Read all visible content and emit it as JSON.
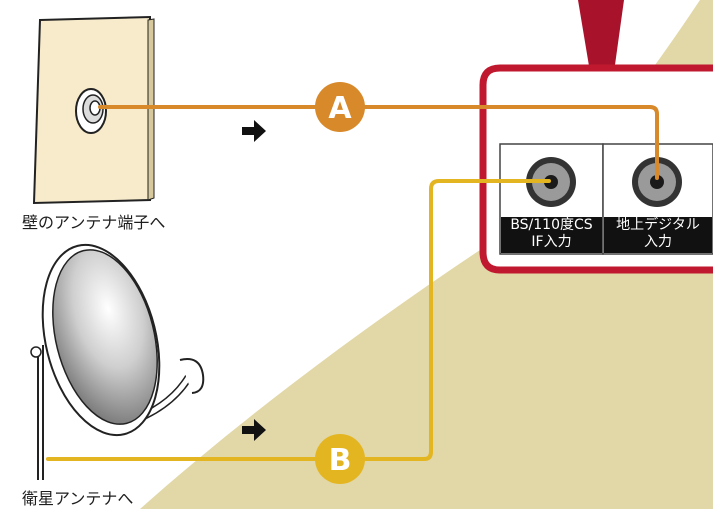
{
  "labels": {
    "wall_antenna": "壁のアンテナ端子へ",
    "satellite_antenna": "衛星アンテナへ",
    "bs_port_line1": "BS/110度CS",
    "bs_port_line2": "IF入力",
    "terrestrial_port_line1": "地上デジタル",
    "terrestrial_port_line2": "入力"
  },
  "markers": {
    "a": "A",
    "b": "B"
  },
  "colors": {
    "cable_a": "#D8892A",
    "cable_b": "#E3B521",
    "device_frame": "#C0192F",
    "background_swoosh": "#E2D7A6",
    "wall_plate": "#F7EBCB"
  }
}
